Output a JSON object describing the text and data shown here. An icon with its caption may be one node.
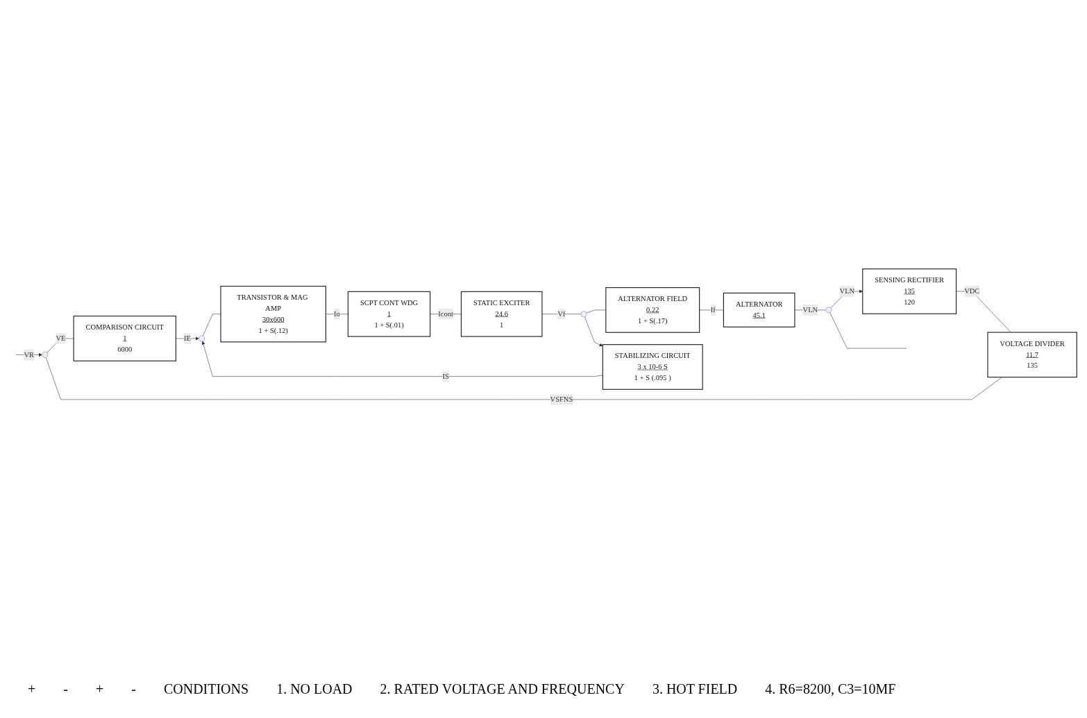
{
  "diagram": {
    "nodes": [
      {
        "text": [],
        "shape": "circle"
      },
      {
        "text": [
          "COMPARISON CIRCUIT",
          "1",
          "6000"
        ]
      },
      {
        "text": [],
        "shape": "circle"
      },
      {
        "text": [
          "TRANSISTOR & MAG AMP",
          "30x600",
          "1 + S(.12)"
        ]
      },
      {
        "text": [
          "SCPT CONT WDG",
          "1",
          "1 + S(.01)"
        ]
      },
      {
        "text": [
          "STATIC EXCITER",
          "24.6",
          "1"
        ]
      },
      {
        "text": [],
        "shape": "circle"
      },
      {
        "text": [
          "ALTERNATOR FIELD",
          "0.22",
          "1 + S(.17)"
        ]
      },
      {
        "text": [
          "ALTERNATOR",
          "45.1"
        ]
      },
      {
        "text": [],
        "shape": "circle"
      },
      {
        "text": [
          "STABILIZING CIRCUIT",
          "3 x 10-6 S",
          "1 + S (.095 )"
        ]
      },
      {
        "text": [
          "VOLTAGE DIVIDER",
          "11.7",
          "135"
        ]
      },
      {
        "text": [
          "SENSING RECTIFIER",
          "135",
          "120"
        ]
      }
    ],
    "edges": [
      {
        "from": null,
        "to": 0,
        "arrow": "to",
        "label": "VR"
      },
      {
        "from": 0,
        "to": 1,
        "arrow": "none",
        "label": "VE"
      },
      {
        "from": 1,
        "to": 2,
        "arrow": "to",
        "label": "IE"
      },
      {
        "from": 2,
        "to": 3,
        "arrow": "none"
      },
      {
        "from": 3,
        "to": 4,
        "arrow": "none",
        "label": "Io"
      },
      {
        "from": 4,
        "to": 5,
        "arrow": "none",
        "label": "Icont"
      },
      {
        "from": 5,
        "to": 6,
        "arrow": "none",
        "label": "Vf"
      },
      {
        "from": 6,
        "to": 7,
        "arrow": "none"
      },
      {
        "from": 7,
        "to": 8,
        "arrow": "none",
        "label": "If"
      },
      {
        "from": 8,
        "to": 9,
        "arrow": "none",
        "label": "VLN"
      },
      {
        "from": 9,
        "to": null,
        "arrow": "none"
      },
      {
        "from": 6,
        "to": 10,
        "arrow": "to"
      },
      {
        "from": 10,
        "to": 2,
        "arrow": "to",
        "label": "IS"
      },
      {
        "from": 9,
        "to": 12,
        "arrow": "to",
        "label": "VLN"
      },
      {
        "from": 12,
        "to": 11,
        "arrow": "none",
        "label": "VDC"
      },
      {
        "from": 11,
        "to": 0,
        "arrow": "none",
        "label": "VSFNS"
      }
    ],
    "labels": [
      "+",
      "-",
      "+",
      "-",
      "CONDITIONS",
      "1. NO LOAD",
      "2. RATED VOLTAGE AND FREQUENCY",
      "3. HOT FIELD",
      "4. R6=8200, C3=10MF"
    ]
  }
}
